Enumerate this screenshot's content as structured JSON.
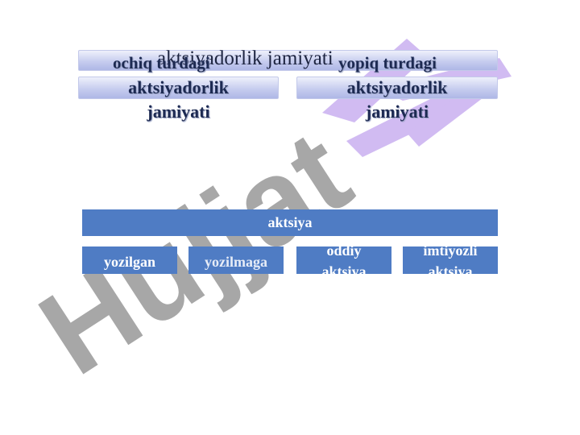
{
  "top": {
    "title": "aktsiyadorlik jamiyati",
    "left_line1": "ochiq turdagi",
    "left_line2": "aktsiyadorlik",
    "left_line3": "jamiyati",
    "right_line1": "yopiq turdagi",
    "right_line2": "aktsiyadorlik",
    "right_line3": "jamiyati"
  },
  "bottom": {
    "header": "aktsiya",
    "cells": [
      {
        "line1": "yozilgan"
      },
      {
        "line1": "yozilmaga"
      },
      {
        "line1": "oddiy",
        "line2": "aktsiya"
      },
      {
        "line1": "imtiyozli",
        "line2": "aktsiya"
      }
    ]
  },
  "watermark": {
    "text": "Hujjat"
  },
  "colors": {
    "blue": "#4f7cc4",
    "light": "#c7cdef",
    "watermark_purple": "#c9b0f0",
    "watermark_gray": "#9b9b9b"
  }
}
